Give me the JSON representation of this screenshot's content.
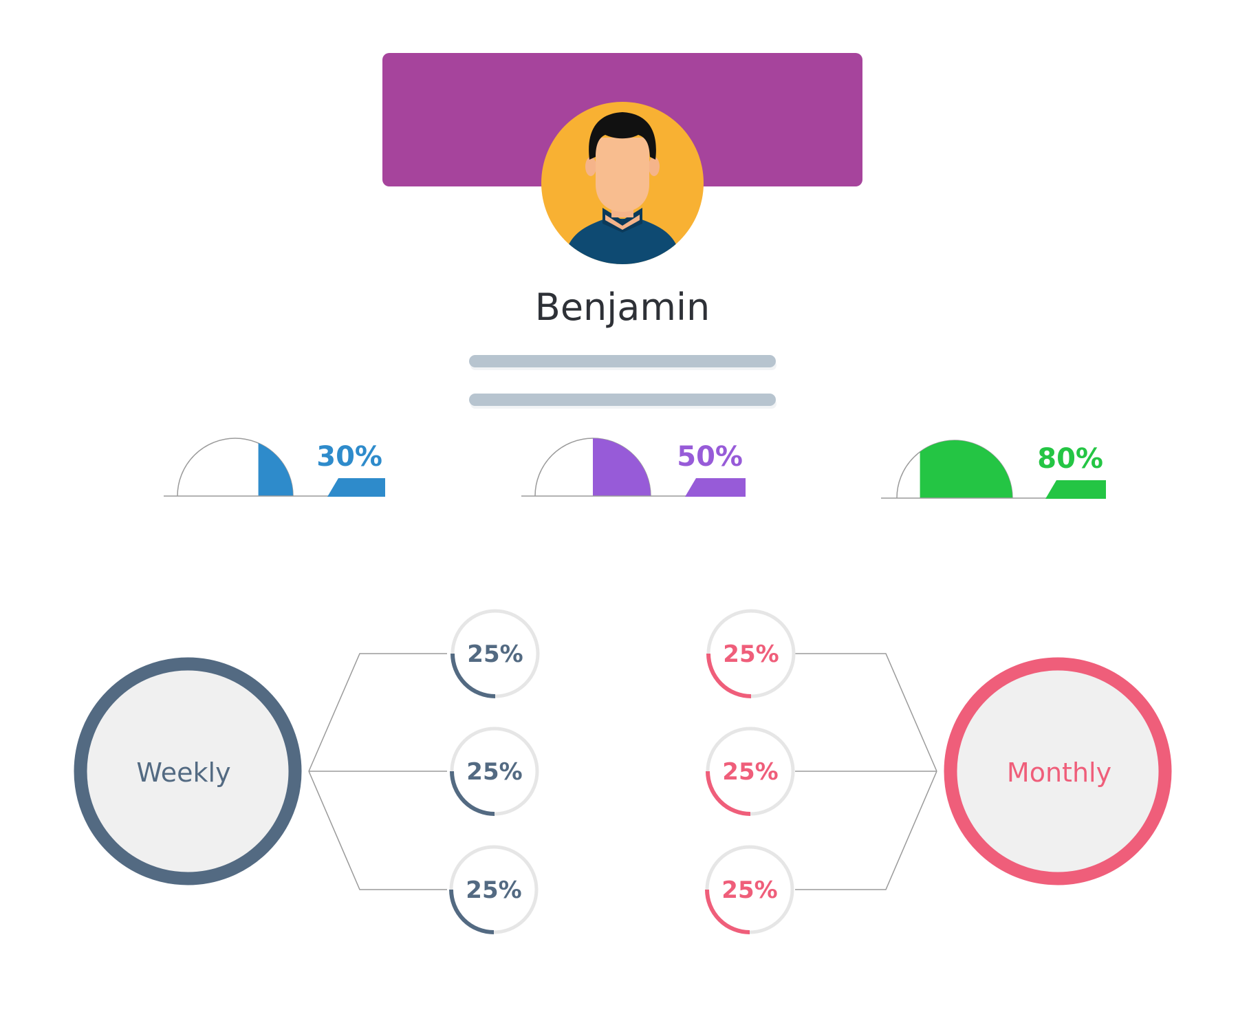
{
  "profile": {
    "name": "Benjamin",
    "banner_color": "#A6449C",
    "avatar_bg_color": "#F8B133"
  },
  "progress": [
    {
      "label": "30%",
      "value": 30,
      "color": "#2E8BCB"
    },
    {
      "label": "50%",
      "value": 50,
      "color": "#975BD8"
    },
    {
      "label": "80%",
      "value": 80,
      "color": "#24C544"
    }
  ],
  "weekly": {
    "label": "Weekly",
    "color": "#536A82",
    "items": [
      {
        "label": "25%",
        "value": 25
      },
      {
        "label": "25%",
        "value": 25
      },
      {
        "label": "25%",
        "value": 25
      }
    ]
  },
  "monthly": {
    "label": "Monthly",
    "color": "#EF5E7A",
    "items": [
      {
        "label": "25%",
        "value": 25
      },
      {
        "label": "25%",
        "value": 25
      },
      {
        "label": "25%",
        "value": 25
      }
    ]
  }
}
